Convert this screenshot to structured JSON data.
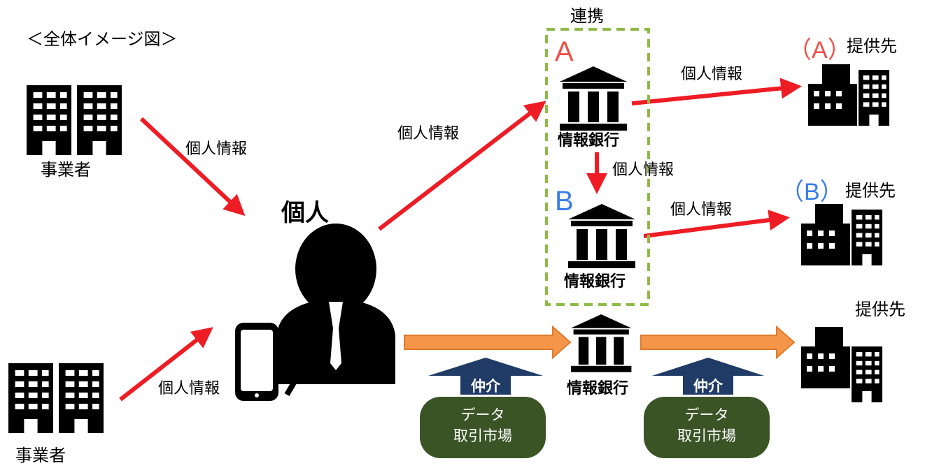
{
  "title": "＜全体イメージ図＞",
  "individual": "個人",
  "operator": "事業者",
  "personal_info": "個人情報",
  "info_bank": "情報銀行",
  "linkage": "連携",
  "provider": "提供先",
  "marker_a": "A",
  "marker_b": "B",
  "provider_a_mark": "（A）",
  "provider_b_mark": "（B）",
  "mediation": "仲介",
  "market_line1": "データ",
  "market_line2": "取引市場",
  "colors": {
    "red_arrow": "#ee1c24",
    "orange_arrow": "#f4954a",
    "orange_border": "#e07b2a",
    "dashed_box": "#8dbb47",
    "market_bg": "#3a5426",
    "mediation_arrow": "#1f3b66",
    "marker_a": "#f0504a",
    "marker_b": "#3b7de9"
  }
}
